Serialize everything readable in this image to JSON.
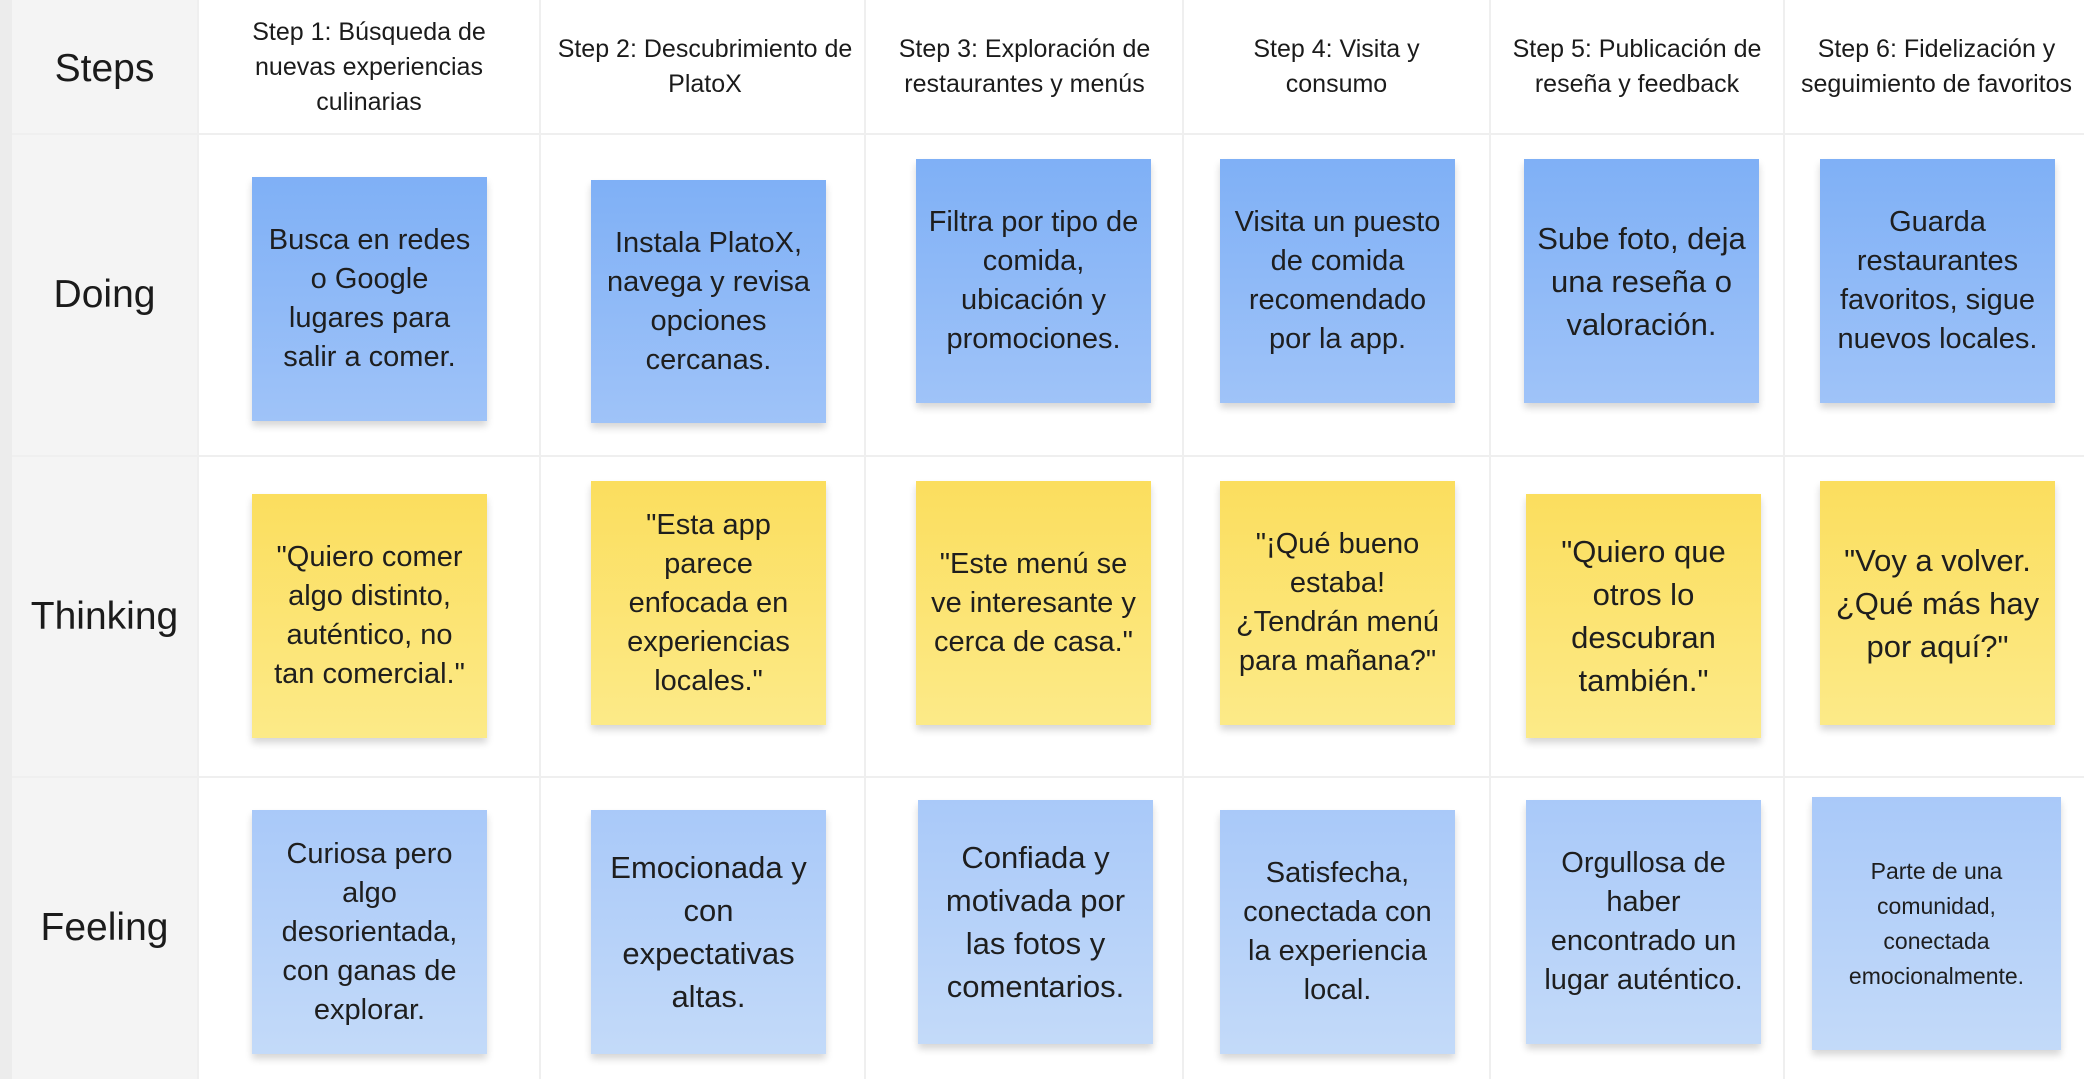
{
  "rows": {
    "steps": "Steps",
    "doing": "Doing",
    "thinking": "Thinking",
    "feeling": "Feeling"
  },
  "steps": [
    "Step 1: Búsqueda de nuevas experiencias culinarias",
    "Step 2: Descubrimiento de PlatoX",
    "Step 3: Exploración de restaurantes y menús",
    "Step 4: Visita y consumo",
    "Step 5: Publicación de reseña y feedback",
    "Step 6: Fidelización y seguimiento de favoritos"
  ],
  "doing": [
    "Busca en redes o Google lugares para salir a comer.",
    "Instala PlatoX, navega y revisa opciones cercanas.",
    "Filtra por tipo de comida, ubicación y promociones.",
    "Visita un puesto de comida recomendado por la app.",
    "Sube foto, deja una reseña o valoración.",
    "Guarda restaurantes favoritos, sigue nuevos locales."
  ],
  "thinking": [
    "\"Quiero comer algo distinto, auténtico, no tan comercial.\"",
    "\"Esta app parece enfocada en experiencias locales.\"",
    "\"Este menú se ve interesante y cerca de casa.\"",
    "\"¡Qué bueno estaba! ¿Tendrán menú para mañana?\"",
    "\"Quiero que otros lo descubran también.\"",
    "\"Voy a volver. ¿Qué más hay por aquí?\""
  ],
  "feeling": [
    "Curiosa pero algo desorientada, con ganas de explorar.",
    "Emocionada y con expectativas altas.",
    "Confiada y motivada por las fotos y comentarios.",
    "Satisfecha, conectada con la experiencia local.",
    "Orgullosa de haber encontrado un lugar auténtico.",
    "Parte de una comunidad, conectada emocionalmente."
  ],
  "colors": {
    "doing_note": "#8ab6f7",
    "thinking_note": "#fce373",
    "feeling_note": "#b6d1f9"
  }
}
